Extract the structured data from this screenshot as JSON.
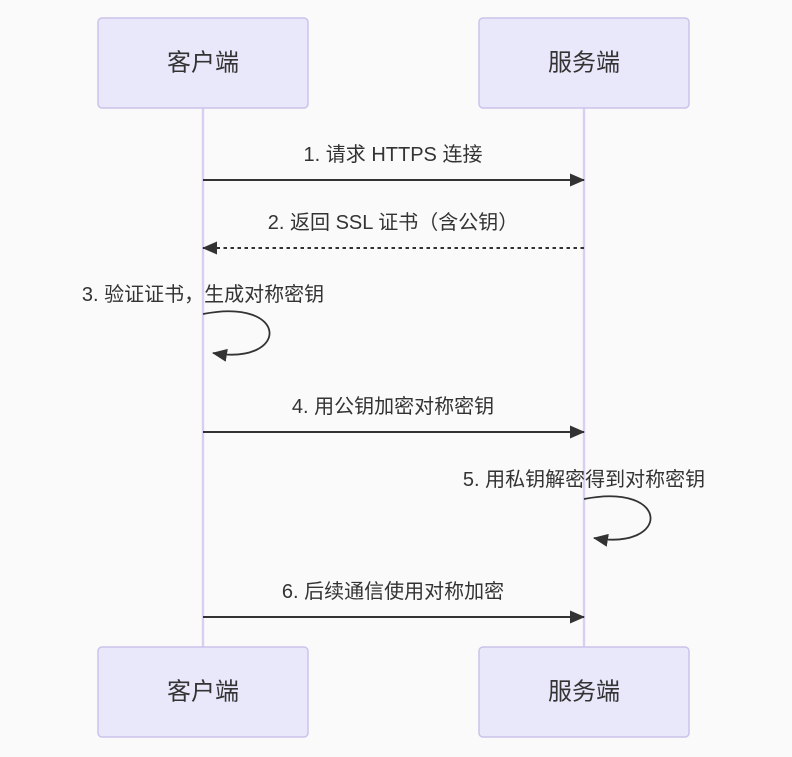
{
  "diagram": {
    "type": "sequence",
    "title": "HTTPS/SSL handshake sequence",
    "colors": {
      "background": "#fafafa",
      "actor_fill": "#e9e8fb",
      "actor_border": "#ccc3ea",
      "lifeline": "#d9d0ef",
      "arrow": "#333333",
      "text": "#333333"
    },
    "actors": [
      {
        "id": "client",
        "label": "客户端"
      },
      {
        "id": "server",
        "label": "服务端"
      }
    ],
    "messages": [
      {
        "seq": 1,
        "from": "client",
        "to": "server",
        "line": "solid",
        "label": "1. 请求 HTTPS 连接"
      },
      {
        "seq": 2,
        "from": "server",
        "to": "client",
        "line": "dashed",
        "label": "2. 返回 SSL 证书（含公钥）"
      },
      {
        "seq": 3,
        "from": "client",
        "to": "client",
        "line": "self-loop",
        "label": "3. 验证证书，生成对称密钥"
      },
      {
        "seq": 4,
        "from": "client",
        "to": "server",
        "line": "solid",
        "label": "4. 用公钥加密对称密钥"
      },
      {
        "seq": 5,
        "from": "server",
        "to": "server",
        "line": "self-loop",
        "label": "5. 用私钥解密得到对称密钥"
      },
      {
        "seq": 6,
        "from": "client",
        "to": "server",
        "line": "solid",
        "label": "6. 后续通信使用对称加密"
      }
    ]
  }
}
